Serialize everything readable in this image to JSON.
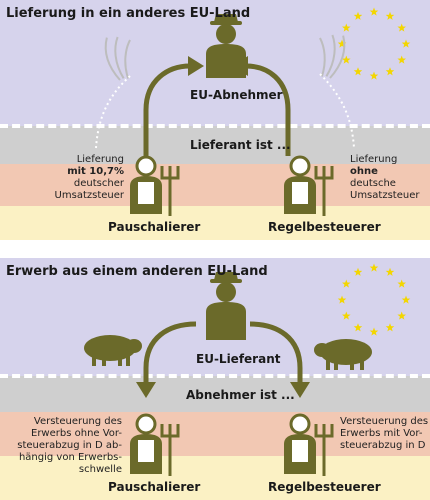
{
  "colors": {
    "lilac": "#d6d3ec",
    "gray": "#cfcfcf",
    "salmon": "#f2c8b3",
    "cream": "#fbf1c4",
    "olive": "#6b6a2a",
    "stars": "#f3d600"
  },
  "panel1": {
    "title": "Lieferung in ein anderes EU-Land",
    "buyer_label": "EU-Abnehmer",
    "status_label": "Lieferant ist ...",
    "left_label": "Pauschalierer",
    "right_label": "Regelbesteuerer",
    "left_note": {
      "line1": "Lieferung",
      "line2_pre": "",
      "line2_bold": "mit 10,7%",
      "line3": "deutscher",
      "line4": "Umsatzsteuer"
    },
    "right_note": {
      "line1": "Lieferung",
      "line2_bold": "ohne",
      "line3": "deutsche",
      "line4": "Umsatzsteuer"
    },
    "icons": [
      "farmer-icon",
      "grain-icon",
      "eu-stars-icon"
    ]
  },
  "panel2": {
    "title": "Erwerb aus einem anderen EU-Land",
    "supplier_label": "EU-Lieferant",
    "status_label": "Abnehmer ist ...",
    "left_label": "Pauschalierer",
    "right_label": "Regelbesteuerer",
    "left_note": [
      "Versteuerung des",
      "Erwerbs ohne Vor-",
      "steuerabzug in D ab-",
      "hängig von Erwerbs-",
      "schwelle"
    ],
    "right_note": [
      "Versteuerung des",
      "Erwerbs mit Vor-",
      "steuerabzug in D"
    ],
    "icons": [
      "farmer-icon",
      "pig-icon",
      "eu-stars-icon"
    ]
  }
}
